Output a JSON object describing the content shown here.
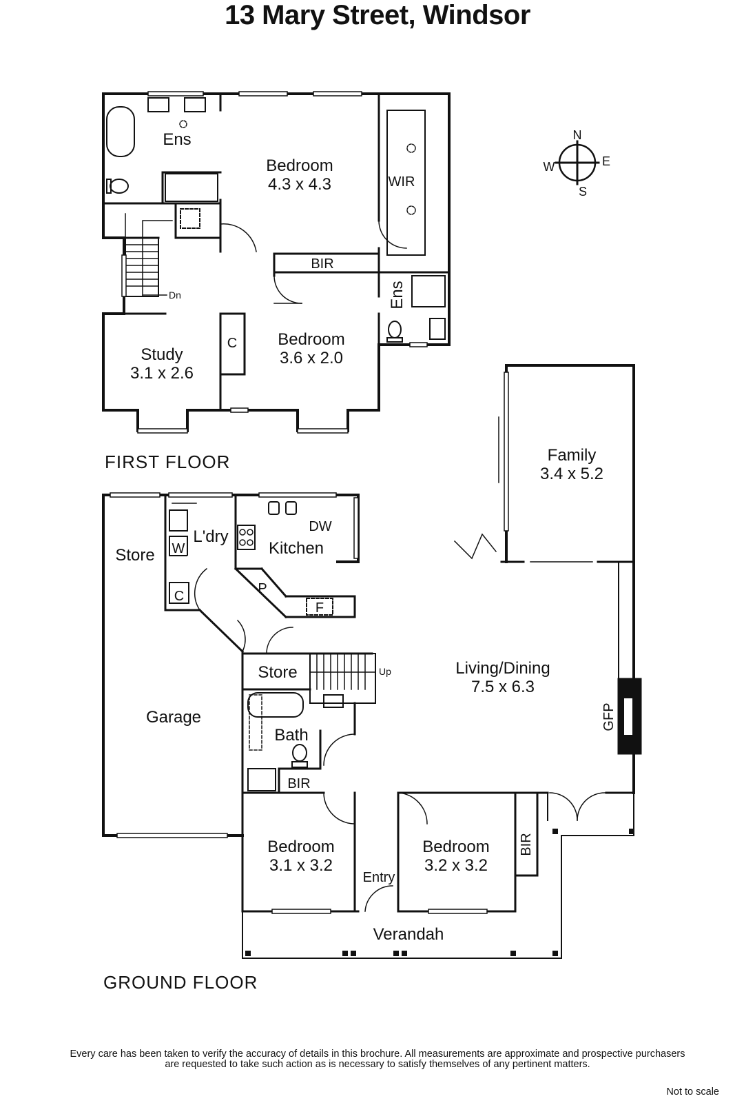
{
  "title": "13 Mary Street, Windsor",
  "floors": {
    "first": "FIRST FLOOR",
    "ground": "GROUND FLOOR"
  },
  "first_floor_rooms": {
    "ens1": "Ens",
    "bed1_name": "Bedroom",
    "bed1_size": "4.3 x 4.3",
    "wir": "WIR",
    "bir": "BIR",
    "ens2": "Ens",
    "bed2_name": "Bedroom",
    "bed2_size": "3.6 x 2.0",
    "study_name": "Study",
    "study_size": "3.1 x 2.6",
    "cupboard": "C",
    "dn": "Dn"
  },
  "ground_floor_rooms": {
    "store1": "Store",
    "laundry": "L'dry",
    "washer": "W",
    "cupboard": "C",
    "kitchen": "Kitchen",
    "dw": "DW",
    "pantry": "P",
    "fridge": "F",
    "family_name": "Family",
    "family_size": "3.4 x 5.2",
    "store2": "Store",
    "up": "Up",
    "garage": "Garage",
    "living_name": "Living/Dining",
    "living_size": "7.5 x 6.3",
    "gfp": "GFP",
    "bath": "Bath",
    "bir": "BIR",
    "bed3_name": "Bedroom",
    "bed3_size": "3.1 x 3.2",
    "bed4_name": "Bedroom",
    "bed4_size": "3.2 x 3.2",
    "bir2": "BIR",
    "entry": "Entry",
    "verandah": "Verandah"
  },
  "compass": {
    "n": "N",
    "e": "E",
    "s": "S",
    "w": "W"
  },
  "disclaimer_line1": "Every care has been taken to verify the accuracy of details in this brochure.  All measurements are approximate and prospective purchasers",
  "disclaimer_line2": "are requested to take such action as is necessary to satisfy themselves of any pertinent matters.",
  "not_to_scale": "Not to scale"
}
